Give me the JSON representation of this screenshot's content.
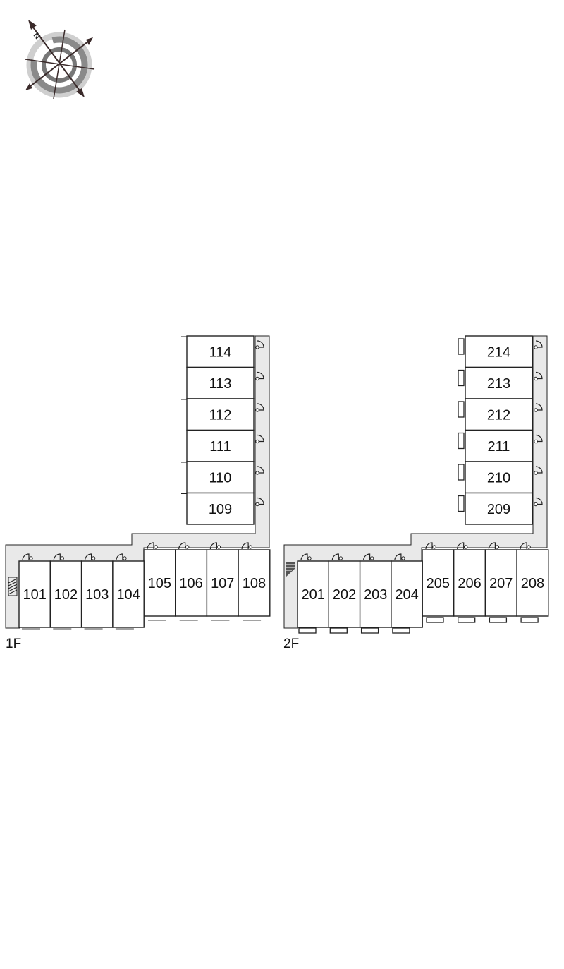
{
  "compass": {
    "north_label": "N"
  },
  "floor1": {
    "label": "1F",
    "units_vertical": [
      "114",
      "113",
      "112",
      "111",
      "110",
      "109"
    ],
    "units_middle": [
      "105",
      "106",
      "107",
      "108"
    ],
    "units_bottom": [
      "101",
      "102",
      "103",
      "104"
    ]
  },
  "floor2": {
    "label": "2F",
    "units_vertical": [
      "214",
      "213",
      "212",
      "211",
      "210",
      "209"
    ],
    "units_middle": [
      "205",
      "206",
      "207",
      "208"
    ],
    "units_bottom": [
      "201",
      "202",
      "203",
      "204"
    ]
  },
  "colors": {
    "corridor": "#e9e9e9",
    "line": "#222222",
    "ring_dark": "#7a7a7a",
    "ring_light": "#bdbdbd"
  }
}
